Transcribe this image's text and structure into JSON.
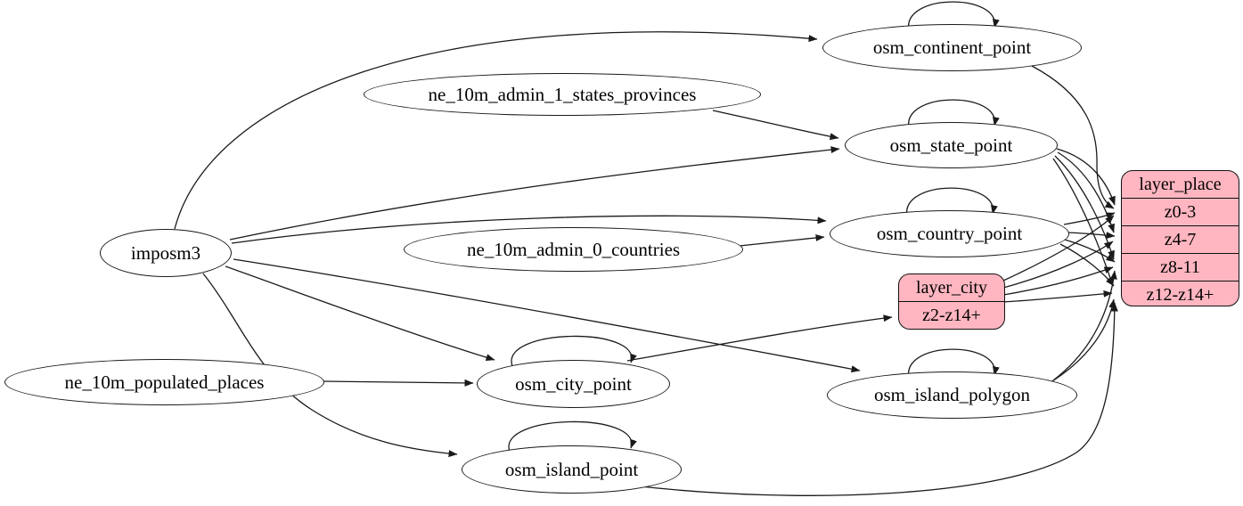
{
  "diagram": {
    "type": "graph",
    "colors": {
      "background": "#ffffff",
      "node_fill": "#ffffff",
      "record_fill": "#ffb6c1",
      "stroke": "#1a1a1a"
    },
    "nodes": {
      "imposm3": {
        "label": "imposm3"
      },
      "ne_10m_admin_1_states_provinces": {
        "label": "ne_10m_admin_1_states_provinces"
      },
      "ne_10m_admin_0_countries": {
        "label": "ne_10m_admin_0_countries"
      },
      "ne_10m_populated_places": {
        "label": "ne_10m_populated_places"
      },
      "osm_continent_point": {
        "label": "osm_continent_point"
      },
      "osm_state_point": {
        "label": "osm_state_point"
      },
      "osm_country_point": {
        "label": "osm_country_point"
      },
      "osm_city_point": {
        "label": "osm_city_point"
      },
      "osm_island_polygon": {
        "label": "osm_island_polygon"
      },
      "osm_island_point": {
        "label": "osm_island_point"
      }
    },
    "records": {
      "layer_place": {
        "title": "layer_place",
        "rows": [
          "z0-3",
          "z4-7",
          "z8-11",
          "z12-z14+"
        ]
      },
      "layer_city": {
        "title": "layer_city",
        "rows": [
          "z2-z14+"
        ]
      }
    },
    "edges": [
      {
        "from": "imposm3",
        "to": "osm_continent_point"
      },
      {
        "from": "imposm3",
        "to": "osm_state_point"
      },
      {
        "from": "imposm3",
        "to": "osm_country_point"
      },
      {
        "from": "imposm3",
        "to": "osm_city_point"
      },
      {
        "from": "imposm3",
        "to": "osm_island_polygon"
      },
      {
        "from": "imposm3",
        "to": "osm_island_point"
      },
      {
        "from": "ne_10m_admin_1_states_provinces",
        "to": "osm_state_point"
      },
      {
        "from": "ne_10m_admin_0_countries",
        "to": "osm_country_point"
      },
      {
        "from": "ne_10m_populated_places",
        "to": "osm_city_point"
      },
      {
        "from": "osm_continent_point",
        "to": "osm_continent_point"
      },
      {
        "from": "osm_state_point",
        "to": "osm_state_point"
      },
      {
        "from": "osm_country_point",
        "to": "osm_country_point"
      },
      {
        "from": "osm_city_point",
        "to": "osm_city_point"
      },
      {
        "from": "osm_island_polygon",
        "to": "osm_island_polygon"
      },
      {
        "from": "osm_island_point",
        "to": "osm_island_point"
      },
      {
        "from": "osm_continent_point",
        "to": "layer_place:z0-3"
      },
      {
        "from": "osm_state_point",
        "to": "layer_place:z0-3"
      },
      {
        "from": "osm_state_point",
        "to": "layer_place:z4-7"
      },
      {
        "from": "osm_state_point",
        "to": "layer_place:z8-11"
      },
      {
        "from": "osm_state_point",
        "to": "layer_place:z12-z14+"
      },
      {
        "from": "osm_country_point",
        "to": "layer_place:z0-3"
      },
      {
        "from": "osm_country_point",
        "to": "layer_place:z4-7"
      },
      {
        "from": "osm_country_point",
        "to": "layer_place:z8-11"
      },
      {
        "from": "osm_country_point",
        "to": "layer_place:z12-z14+"
      },
      {
        "from": "osm_city_point",
        "to": "layer_city:z2-z14+"
      },
      {
        "from": "layer_city",
        "to": "layer_place:z0-3"
      },
      {
        "from": "layer_city",
        "to": "layer_place:z4-7"
      },
      {
        "from": "layer_city",
        "to": "layer_place:z8-11"
      },
      {
        "from": "layer_city",
        "to": "layer_place:z12-z14+"
      },
      {
        "from": "osm_island_polygon",
        "to": "layer_place:z8-11"
      },
      {
        "from": "osm_island_polygon",
        "to": "layer_place:z12-z14+"
      },
      {
        "from": "osm_island_point",
        "to": "layer_place:z12-z14+"
      }
    ]
  }
}
